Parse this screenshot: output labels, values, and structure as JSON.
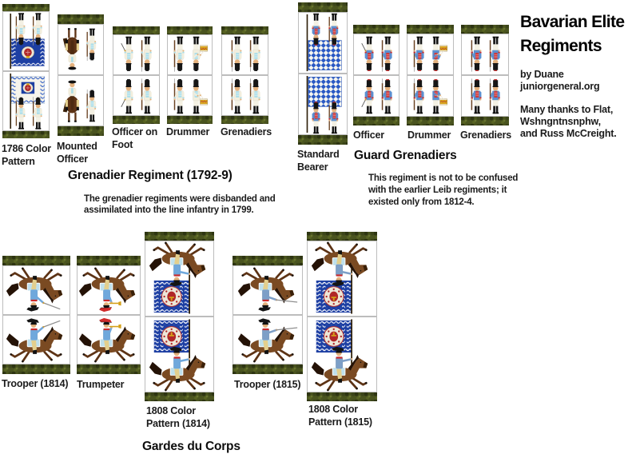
{
  "header": {
    "title": "Bavarian Elite Regiments",
    "byline_name": "by Duane",
    "byline_site": "juniorgeneral.org",
    "credits": [
      "Many thanks to Flat,",
      "Wshngntnsnphw,",
      "and Russ McCreight."
    ]
  },
  "sections": {
    "grenadier_regiment": {
      "heading": "Grenadier Regiment (1792-9)",
      "note_lines": [
        "The grenadier regiments were disbanded and",
        "assimilated into the line infantry in 1799."
      ],
      "labels": {
        "color_pattern": "1786 Color Pattern",
        "mounted_officer": "Mounted Officer",
        "officer_on_foot": "Officer on Foot",
        "drummer": "Drummer",
        "grenadiers": "Grenadiers"
      }
    },
    "guard_grenadiers": {
      "heading": "Guard Grenadiers",
      "note_lines": [
        "This regiment is not to be confused",
        "with the earlier Leib regiments; it",
        "existed only from 1812-4."
      ],
      "labels": {
        "standard_bearer": "Standard Bearer",
        "officer": "Officer",
        "drummer": "Drummer",
        "grenadiers": "Grenadiers"
      }
    },
    "gardes_du_corps": {
      "heading": "Gardes du Corps",
      "labels": {
        "trooper_1814": "Trooper (1814)",
        "trumpeter": "Trumpeter",
        "color_pattern_1814": "1808 Color Pattern (1814)",
        "trooper_1815": "Trooper (1815)",
        "color_pattern_1815": "1808 Color Pattern (1815)"
      }
    }
  },
  "palette": {
    "text": "#1b1b1b",
    "grass": "#4a541f",
    "card-border": "#bdbdbd",
    "coat": "#f2eedd",
    "facing": "#a8dce8",
    "cuff": "#a8dce8",
    "trouser": "#f4f1e4",
    "plume": "#161616",
    "skin": "#e5b37f",
    "musket": "#6b4423",
    "horse": "#7a4a22",
    "horse-dark": "#5d3315",
    "saddle": "#bfe0ec",
    "breeches-buff": "#e3cf8d",
    "cavcoat": "#6fa8dc",
    "cavfacing": "#cf2b2b",
    "plume-red": "#cf2b2b",
    "drum-gold": "#d9a41e",
    "flag-blue": "#1d3fa3",
    "lozenge-blue": "#2a59c4",
    "crest-red": "#b12727",
    "gold": "#d4a017"
  }
}
